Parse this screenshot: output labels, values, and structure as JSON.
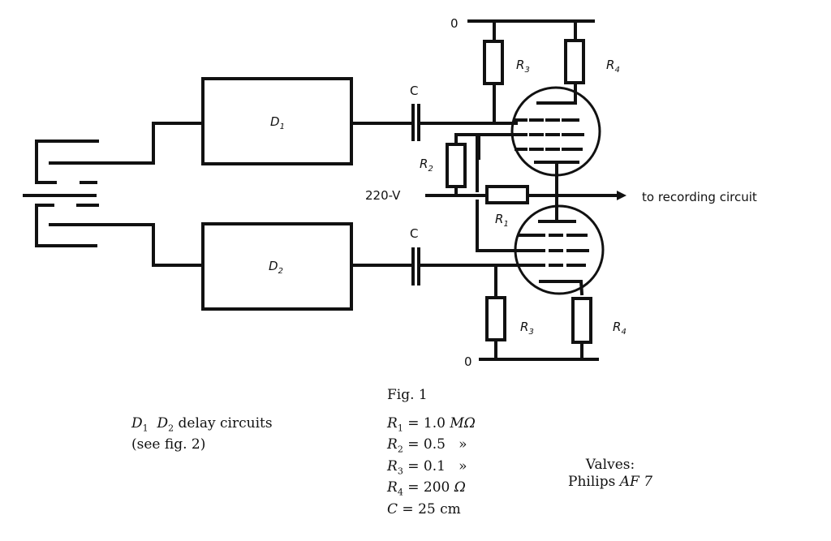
{
  "figure": {
    "caption": "Fig. 1",
    "blocks": {
      "d1": "D",
      "d1_sub": "1",
      "d2": "D",
      "d2_sub": "2"
    },
    "labels": {
      "c_top": "C",
      "c_bottom": "C",
      "zero_top": "0",
      "zero_bottom": "0",
      "voltage": "220-V",
      "output": "to recording circuit",
      "r": "R",
      "r1_sub": "1",
      "r2_sub": "2",
      "r3_sub": "3",
      "r4_sub": "4"
    }
  },
  "legend": {
    "delay": {
      "d1": "D",
      "s1": "1",
      "d2": "D",
      "s2": "2",
      "text": " delay circuits",
      "see": "(see fig. 2)"
    },
    "components": [
      {
        "sym": "R",
        "sub": "1",
        "eq": " = ",
        "val": "1.0 ",
        "unit": "MΩ"
      },
      {
        "sym": "R",
        "sub": "2",
        "eq": " = ",
        "val": "0.5   »",
        "unit": ""
      },
      {
        "sym": "R",
        "sub": "3",
        "eq": " = ",
        "val": "0.1   »",
        "unit": ""
      },
      {
        "sym": "R",
        "sub": "4",
        "eq": " = ",
        "val": "200 ",
        "unit": "Ω"
      },
      {
        "sym": "C",
        "sub": "",
        "eq": " = ",
        "val": "25 cm",
        "unit": ""
      }
    ],
    "valves_label": "Valves:",
    "valves_brand": "Philips ",
    "valves_model": "AF 7"
  }
}
